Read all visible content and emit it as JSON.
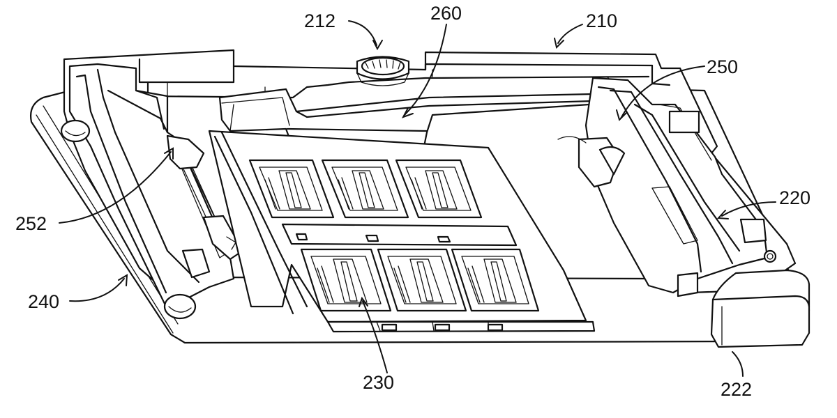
{
  "figure": {
    "type": "patent-line-drawing",
    "subject": "card connector tray assembly",
    "reference_numerals": {
      "r210": "210",
      "r212": "212",
      "r220": "220",
      "r222": "222",
      "r230": "230",
      "r240": "240",
      "r250": "250",
      "r252": "252",
      "r260": "260"
    },
    "line_color": "#111111",
    "background_color": "#ffffff"
  }
}
